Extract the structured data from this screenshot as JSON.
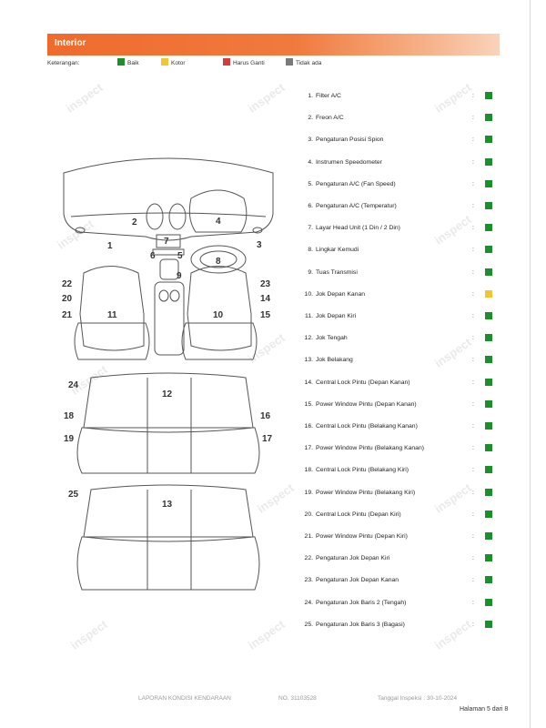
{
  "header": {
    "title": "Interior"
  },
  "legend": {
    "title": "Keterangan:",
    "items": [
      {
        "label": "Baik",
        "color": "#1a8f2a"
      },
      {
        "label": "Kotor",
        "color": "#f2c630"
      },
      {
        "label": "Harus Ganti",
        "color": "#d43b3b"
      },
      {
        "label": "Tidak ada",
        "color": "#7a7a7a"
      }
    ]
  },
  "diagram_numbers": [
    "1",
    "2",
    "3",
    "4",
    "5",
    "6",
    "7",
    "8",
    "9",
    "10",
    "11",
    "12",
    "13",
    "14",
    "15",
    "16",
    "17",
    "18",
    "19",
    "20",
    "21",
    "22",
    "23",
    "24",
    "25"
  ],
  "watermark": "inspect",
  "items": [
    {
      "num": "1.",
      "label": "Filter A/C",
      "status": "Baik",
      "color": "#1a8f2a"
    },
    {
      "num": "2.",
      "label": "Freon A/C",
      "status": "Baik",
      "color": "#1a8f2a"
    },
    {
      "num": "3.",
      "label": "Pengaturan Posisi Spion",
      "status": "Baik",
      "color": "#1a8f2a"
    },
    {
      "num": "4.",
      "label": "Instrumen Speedometer",
      "status": "Baik",
      "color": "#1a8f2a"
    },
    {
      "num": "5.",
      "label": "Pengaturan A/C (Fan Speed)",
      "status": "Baik",
      "color": "#1a8f2a"
    },
    {
      "num": "6.",
      "label": "Pengaturan A/C (Temperatur)",
      "status": "Baik",
      "color": "#1a8f2a"
    },
    {
      "num": "7.",
      "label": "Layar Head Unit (1 Din / 2 Din)",
      "status": "Baik",
      "color": "#1a8f2a"
    },
    {
      "num": "8.",
      "label": "Lingkar Kemudi",
      "status": "Baik",
      "color": "#1a8f2a"
    },
    {
      "num": "9.",
      "label": "Tuas Transmisi",
      "status": "Baik",
      "color": "#1a8f2a"
    },
    {
      "num": "10.",
      "label": "Jok Depan Kanan",
      "status": "Kotor",
      "color": "#f2c630"
    },
    {
      "num": "11.",
      "label": "Jok Depan Kiri",
      "status": "Baik",
      "color": "#1a8f2a"
    },
    {
      "num": "12.",
      "label": "Jok Tengah",
      "status": "Baik",
      "color": "#1a8f2a"
    },
    {
      "num": "13.",
      "label": "Jok Belakang",
      "status": "Baik",
      "color": "#1a8f2a"
    },
    {
      "num": "14.",
      "label": "Central Lock Pintu (Depan Kanan)",
      "status": "Baik",
      "color": "#1a8f2a"
    },
    {
      "num": "15.",
      "label": "Power Window Pintu (Depan Kanan)",
      "status": "Baik",
      "color": "#1a8f2a"
    },
    {
      "num": "16.",
      "label": "Central Lock Pintu (Belakang Kanan)",
      "status": "Baik",
      "color": "#1a8f2a"
    },
    {
      "num": "17.",
      "label": "Power Window Pintu (Belakang Kanan)",
      "status": "Baik",
      "color": "#1a8f2a"
    },
    {
      "num": "18.",
      "label": "Central Lock Pintu (Belakang Kiri)",
      "status": "Baik",
      "color": "#1a8f2a"
    },
    {
      "num": "19.",
      "label": "Power Window Pintu (Belakang Kiri)",
      "status": "Baik",
      "color": "#1a8f2a"
    },
    {
      "num": "20.",
      "label": "Central Lock Pintu (Depan Kiri)",
      "status": "Baik",
      "color": "#1a8f2a"
    },
    {
      "num": "21.",
      "label": "Power Window Pintu (Depan Kiri)",
      "status": "Baik",
      "color": "#1a8f2a"
    },
    {
      "num": "22.",
      "label": "Pengaturan Jok Depan Kiri",
      "status": "Baik",
      "color": "#1a8f2a"
    },
    {
      "num": "23.",
      "label": "Pengaturan Jok Depan Kanan",
      "status": "Baik",
      "color": "#1a8f2a"
    },
    {
      "num": "24.",
      "label": "Pengaturan Jok Baris 2 (Tengah)",
      "status": "Baik",
      "color": "#1a8f2a"
    },
    {
      "num": "25.",
      "label": "Pengaturan Jok Baris 3 (Bagasi)",
      "status": "Baik",
      "color": "#1a8f2a"
    }
  ],
  "footer": {
    "report": "LAPORAN KONDISI KENDARAAN",
    "no": "NO. 31103528",
    "date": "Tanggal Inspeksi : 30-10-2024",
    "page": "Halaman 5 dari 8"
  }
}
